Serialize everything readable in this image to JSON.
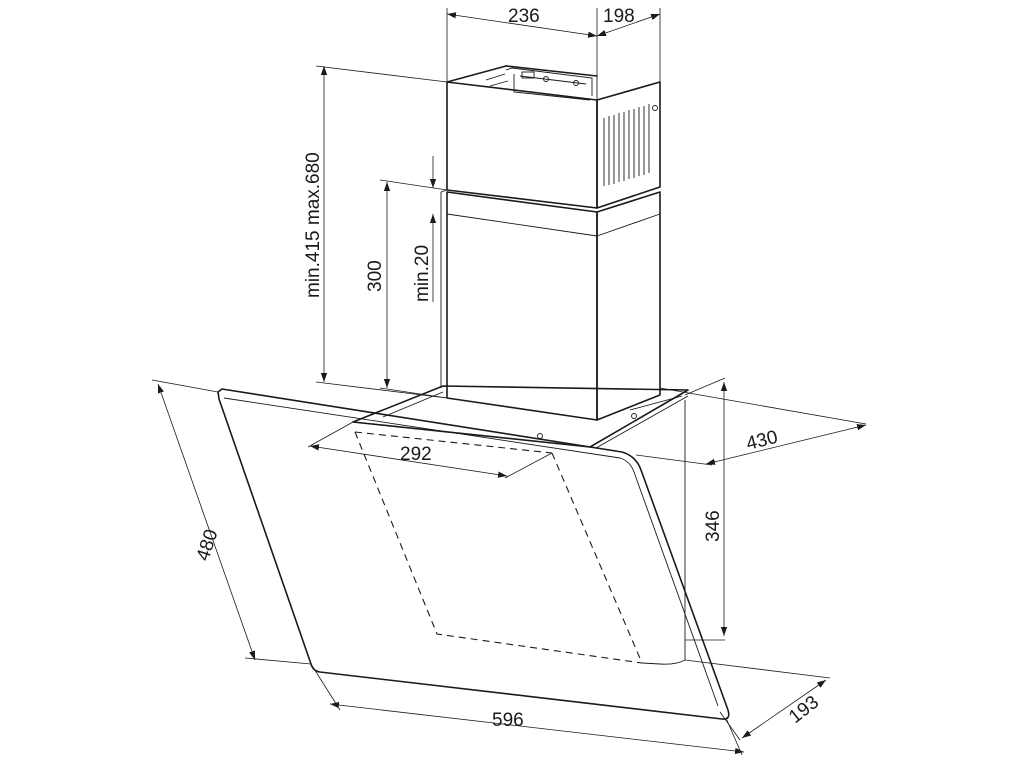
{
  "dimensions": {
    "chimney_width": "236",
    "chimney_depth": "198",
    "chimney_height_range": "min.415 max.680",
    "lower_chimney_height": "300",
    "overlap_min": "min.20",
    "hood_depth_top": "430",
    "canopy_inner_width": "292",
    "hood_height_side": "346",
    "glass_height": "480",
    "bottom_depth": "193",
    "total_width": "596"
  }
}
